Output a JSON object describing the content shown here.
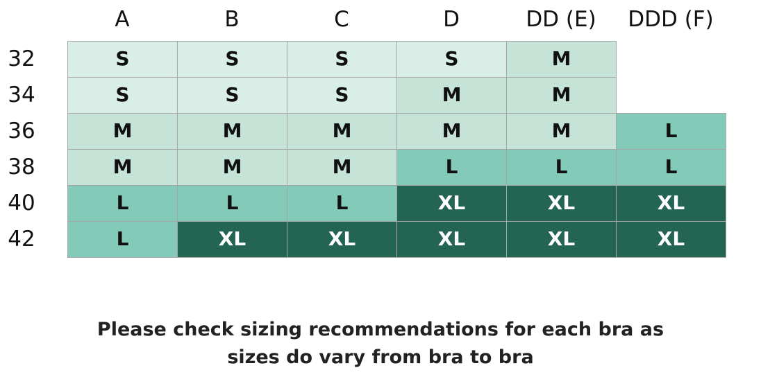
{
  "chart_data": {
    "type": "table",
    "columns": [
      "A",
      "B",
      "C",
      "D",
      "DD (E)",
      "DDD (F)"
    ],
    "rows": [
      "32",
      "34",
      "36",
      "38",
      "40",
      "42"
    ],
    "cells": [
      [
        "S",
        "S",
        "S",
        "S",
        "M",
        ""
      ],
      [
        "S",
        "S",
        "S",
        "M",
        "M",
        ""
      ],
      [
        "M",
        "M",
        "M",
        "M",
        "M",
        "L"
      ],
      [
        "M",
        "M",
        "M",
        "L",
        "L",
        "L"
      ],
      [
        "L",
        "L",
        "L",
        "XL",
        "XL",
        "XL"
      ],
      [
        "L",
        "XL",
        "XL",
        "XL",
        "XL",
        "XL"
      ]
    ],
    "size_colors": {
      "S": "#daeee8",
      "M": "#c5e4d7",
      "L": "#84cab8",
      "XL": "#236552"
    },
    "size_text_colors": {
      "S": "#111111",
      "M": "#111111",
      "L": "#111111",
      "XL": "#ffffff"
    },
    "grid_color": "#a6a6a6"
  },
  "footer": {
    "line1": "Please check sizing recommendations for each bra as",
    "line2": "sizes do vary from bra to bra"
  }
}
